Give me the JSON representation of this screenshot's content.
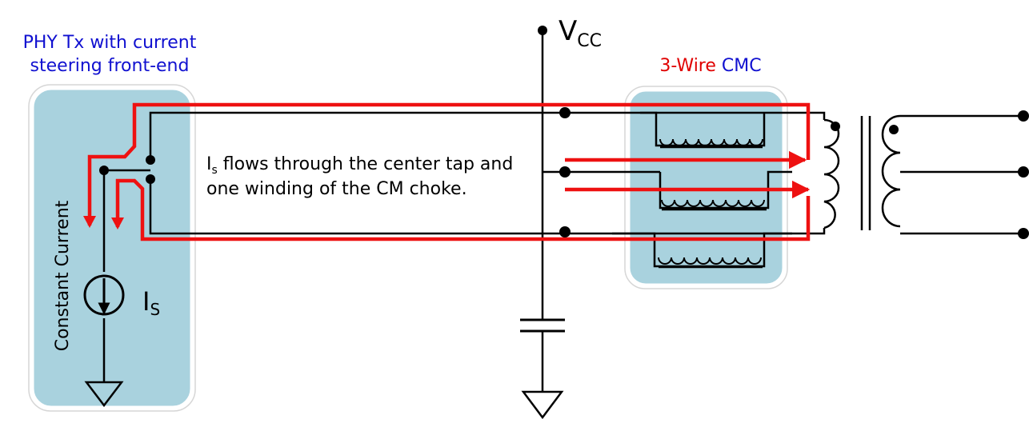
{
  "labels": {
    "phy_title_line1": "PHY Tx with current",
    "phy_title_line2": "steering front-end",
    "cmc_title_part1": "3-Wire",
    "cmc_title_part2": " CMC",
    "vcc_main": "V",
    "vcc_sub": "CC",
    "constant_current": "Constant Current",
    "is_main": "I",
    "is_sub": "S",
    "note_line1_main": "I",
    "note_line1_sub": "s",
    "note_line1_rest": " flows through the center tap and",
    "note_line2": "one winding of the CM choke."
  },
  "colors": {
    "phy_title": "#1010d0",
    "cmc_part1": "#e00000",
    "cmc_part2": "#1010d0",
    "box_fill": "#a9d2de",
    "current_path": "#ee1111",
    "wire": "#000000"
  }
}
